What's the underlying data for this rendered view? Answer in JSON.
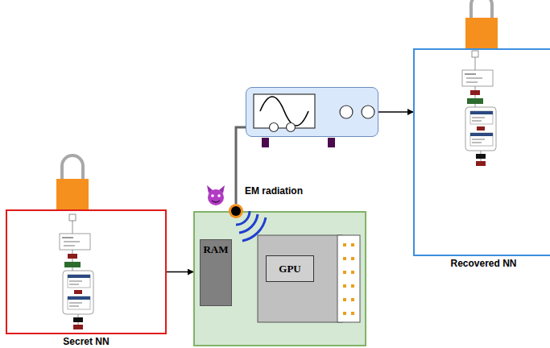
{
  "diagram": {
    "nodes": [
      {
        "text": [
          "Secret NN"
        ]
      },
      {
        "text": []
      },
      {
        "text": [
          "RAM"
        ],
        "in": 1
      },
      {
        "text": [
          "GPU"
        ],
        "in": 1
      },
      {
        "text": []
      },
      {
        "text": [
          "Recovered NN"
        ]
      }
    ],
    "edges": [
      {
        "from": 0,
        "to": 1,
        "arrow": "to"
      },
      {
        "from": 1,
        "to": 4,
        "arrow": "none"
      },
      {
        "from": 4,
        "to": 5,
        "arrow": "to"
      }
    ],
    "labels": [
      "EM radiation"
    ]
  }
}
